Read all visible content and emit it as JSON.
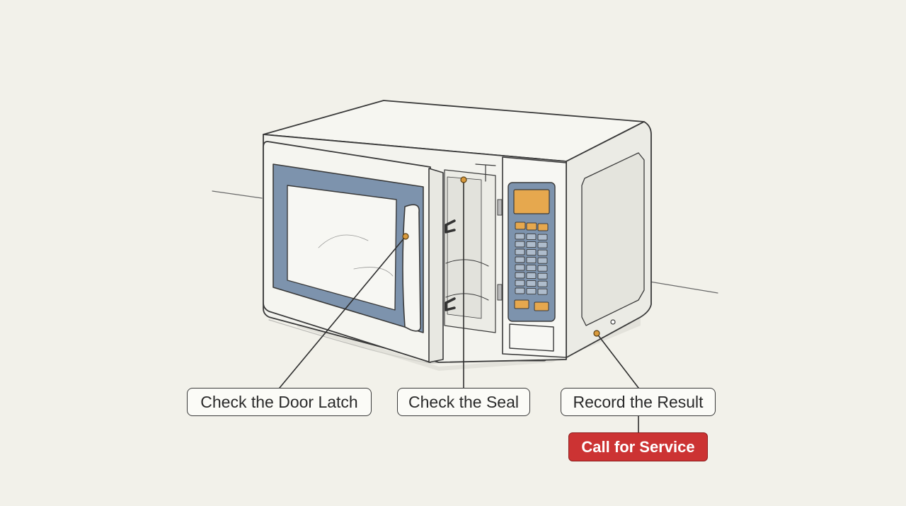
{
  "callouts": {
    "door_latch": "Check the Door Latch",
    "seal": "Check the Seal",
    "result": "Record the Result"
  },
  "action": {
    "service_label": "Call for Service"
  },
  "colors": {
    "background": "#f2f1ea",
    "line": "#3a3a3a",
    "door_frame_blue": "#7d93ad",
    "display_amber": "#e6a84e",
    "marker_orange": "#d99a3d",
    "action_red": "#cc3333"
  },
  "icons": {
    "appliance": "microwave-oven-icon",
    "markers": "callout-dot-icon"
  }
}
